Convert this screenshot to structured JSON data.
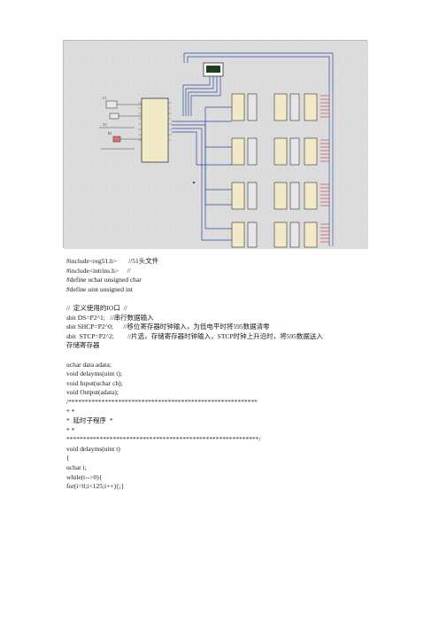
{
  "document": {
    "code_lines": [
      "#include<reg51.h>       //51头文件",
      "#include<intrins.h>     //",
      "#define uchar unsigned char",
      "#define uint unsigned int",
      "",
      "//  定义使用的IO口  //",
      "sbit DS=P2^1;   //串行数据输入",
      "sbit SHCP=P2^0;      //移位寄存器时钟输入，为低电平时将595数据清零",
      "sbit  STCP=P2^2;        //片选，存储寄存器时钟输入，STCP时钟上升沿时，将595数据送入",
      "存储寄存器",
      "",
      "uchar data adata;",
      "void delayms(uint t);",
      "void Input(uchar ch);",
      "void Output(adata);",
      "/*********************************************************",
      "* *",
      "*  延时子程序  *",
      "* *",
      "**********************************************************/",
      "void delayms(uint t)",
      "{",
      "uchar i;",
      "while(t-->0){",
      "for(i=0;i<125;i++){;}"
    ]
  }
}
